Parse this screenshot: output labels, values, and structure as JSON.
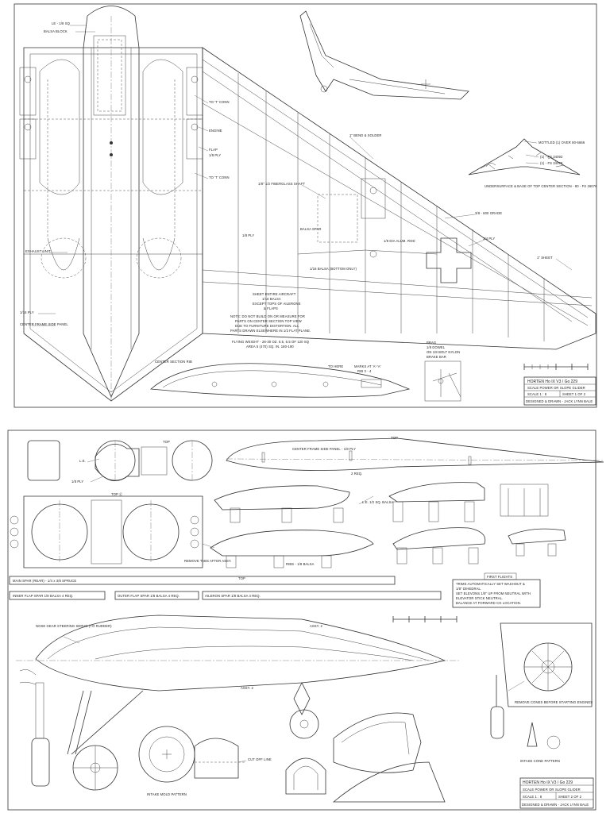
{
  "sheet1": {
    "callouts": {
      "le": "LE - 1/8 SQ",
      "balsa_block": "BALSA BLOCK",
      "to_t_conn_1": "TO 'T' CONN",
      "engine": "ENGINE",
      "flap": "FLAP",
      "flap_ply": "1/8 PLY",
      "to_t_conn_2": "TO 'T' CONN",
      "bend_solder": "1\" BEND & SOLDER",
      "fiberglass_shaft": "1/8\" 1/2 FIBERGLASS SHAFT",
      "ply_1_8": "1/8 PLY",
      "balsa_spar": "BALSA SPAR",
      "rod": "1/8 DIA ALUM. ROD",
      "balsa_section": "1/16 BALSA (BOTTOM ONLY)",
      "ply_3_4": "3/4 PLY",
      "grade": "3/8 - 600 GRADE",
      "sheet_right": "1\" SHEET",
      "exhaust": "EXHAUST UNIT",
      "ply_left": "1/16 PLY",
      "center_frame": "CENTER FRAME SIDE PANEL",
      "mottled": "MOTTLED (1) OVER 80-5666",
      "fs_1": "(1) - FS 34092",
      "fs_2": "(1) - FS 34079",
      "undersurface": "UNDERSURFACE & BASE OF TOP CENTER SECTION - 80 - FS 26076",
      "sheet_entire": "SHEET ENTIRE AIRCRAFT",
      "sheet_entire_2": "1/16 BALSA",
      "sheet_entire_3": "EXCEPT TOPS OF AILERONS",
      "sheet_entire_4": "& FLAPS",
      "note_1": "NOTE: DO NOT BUILD ON OR MEASURE FOR",
      "note_2": "PARTS ON CENTER SECTION TOP VIEW",
      "note_3": "DUE TO FURNITURE DISTORTION. ALL",
      "note_4": "PARTS DRAWN ELSEWHERE IN 1/2 FLAT PLANE.",
      "power_1": "FLYING WEIGHT - 28-30 OZ. 5.5, 6.5 OF 120 SQ",
      "power_2": "AREA 5 (470) SQ. IN. 180-190",
      "center_section": "CENTER SECTION RIB",
      "to_here": "TO HERE",
      "marks": "MARKS AT 'A'-'A'",
      "rib_label": "RIB 3 - 4",
      "nylon_1": "BRAG",
      "nylon_2": "1/8 DOWEL",
      "nylon_3": "ON 1/8 BOLT NYLON",
      "nylon_4": "BRAKE BAR"
    },
    "title_block": {
      "l1": "HORTEN Ho IX V3 / Go 229",
      "l2": "SCALE POWER OR SLOPE GLIDER",
      "scale": "SCALE   1 : 8",
      "sheet": "SHEET 1 OF 2",
      "designer": "DESIGNED & DRAWN - JACK LYNN BALE"
    }
  },
  "sheet2": {
    "callouts": {
      "top": "TOP",
      "le": "L.E.",
      "ply_1_8": "1/8 PLY",
      "top_c": "TOP Ⓒ",
      "center_frame": "CENTER FRAME SIDE PANEL - 1/8 PLY",
      "req_2": "2 REQ.",
      "top_2": "TOP",
      "le_balsa": "L.E. 1/2 SQ. BALSA",
      "remove_tabs": "REMOVE TABS AFTER ASSY.",
      "ribs": "RIBS - 1/8 BALSA",
      "first_flight": "FIRST FLIGHTS",
      "trims_1": "TRIMS AUTOMATICALLY SET WASHOUT &",
      "trims_2": "1/8\" DIHEDRAL.",
      "trims_3": "SET ELEVONS 1/8\" UP FROM NEUTRAL WITH",
      "trims_4": "ELEVATOR STICK NEUTRAL.",
      "trims_5": "BALANCE AT FORWARD CG LOCATION.",
      "main_spar": "MAIN SPAR (REAR) - 1/4 x 3/8 SPRUCE",
      "top_spar": "TOP",
      "inner_flap": "INNER FLAP SPAR  1/8 BALSA  4 REQ.",
      "outer_flap": "OUTER FLAP SPAR  1/8 BALSA  4 REQ.",
      "aileron_spar": "AILERON SPAR  1/8 BALSA  4 REQ.",
      "nose_gear": "NOSE GEAR STEERING SERVO (TO RUDDER)",
      "assy": "ASSY. 2",
      "assy2": "ASSY. 2",
      "remove_cones": "REMOVE CONES BEFORE STARTING ENGINES",
      "intake_cone": "INTAKE CONE PATTERN",
      "cut_off": "CUT OFF LINE",
      "intake_mold": "INTAKE MOLD PATTERN"
    },
    "title_block": {
      "l1": "HORTEN Ho IX V3 / Go 229",
      "l2": "SCALE POWER OR SLOPE GLIDER",
      "scale": "SCALE   1 : 8",
      "sheet": "SHEET 2 OF 2",
      "designer": "DESIGNED & DRAWN - JACK LYNN BALE"
    }
  }
}
